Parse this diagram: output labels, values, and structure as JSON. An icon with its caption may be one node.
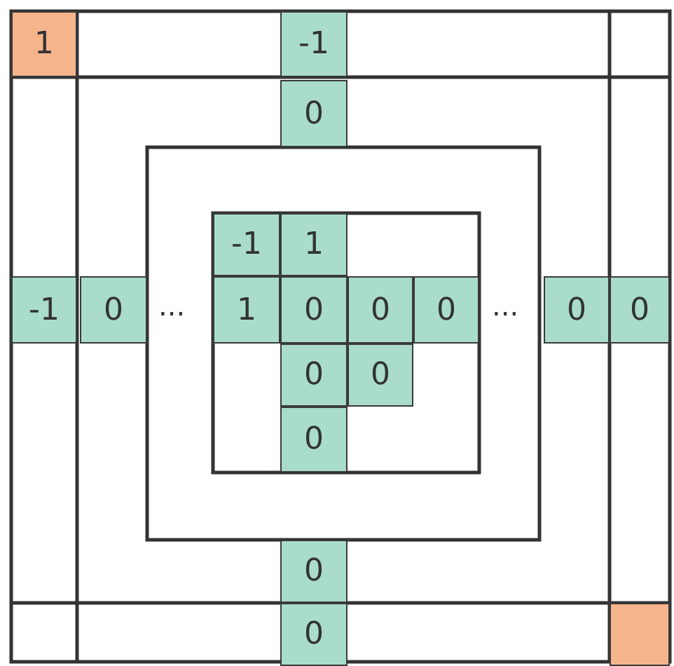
{
  "diagram": {
    "nodes": [
      {
        "text": [
          "1"
        ]
      },
      {
        "text": [
          "-1"
        ]
      },
      {
        "text": [
          "0"
        ]
      },
      {
        "text": [
          "-1"
        ]
      },
      {
        "text": [
          "1"
        ]
      },
      {
        "text": [
          "-1"
        ]
      },
      {
        "text": [
          "0"
        ]
      },
      {
        "text": [
          "1"
        ]
      },
      {
        "text": [
          "0"
        ]
      },
      {
        "text": [
          "0"
        ]
      },
      {
        "text": [
          "0"
        ]
      },
      {
        "text": [
          "0"
        ]
      },
      {
        "text": [
          "0"
        ]
      },
      {
        "text": [
          "0"
        ]
      },
      {
        "text": [
          "0"
        ]
      },
      {
        "text": [
          "0"
        ]
      },
      {
        "text": [
          "0"
        ]
      },
      {
        "text": [
          "0"
        ]
      },
      {
        "text": [],
        "shape": "box"
      }
    ],
    "labels": [
      "...",
      "..."
    ]
  }
}
